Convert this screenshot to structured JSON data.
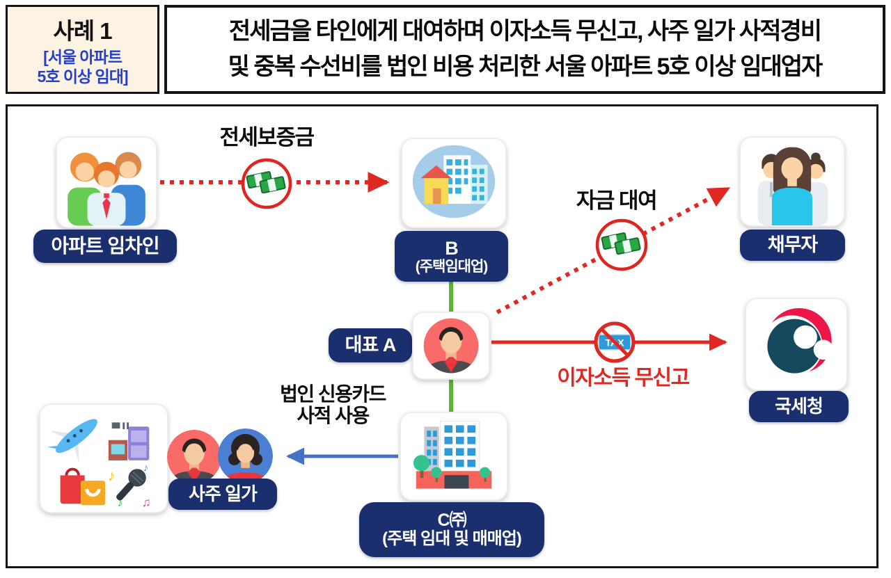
{
  "case_box": {
    "title": "사례 1",
    "subtitle_line1": "[서울 아파트",
    "subtitle_line2": "5호 이상 임대]"
  },
  "header": {
    "line1": "전세금을 타인에게 대여하며 이자소득 무신고, 사주 일가 사적경비",
    "line2": "및 중복 수선비를 법인 비용 처리한 서울 아파트 5호 이상 임대업자"
  },
  "diagram": {
    "tenants_label": "아파트 임차인",
    "deposit_label": "전세보증금",
    "b_name": "B",
    "b_desc": "(주택임대업)",
    "loan_label": "자금 대여",
    "debtor_label": "채무자",
    "ceo_label": "대표 A",
    "tax_badge": "TAX",
    "no_tax_label": "이자소득 무신고",
    "nts_label": "국세청",
    "card_line1": "법인 신용카드",
    "card_line2": "사적 사용",
    "family_label": "사주 일가",
    "c_name": "C㈜",
    "c_desc": "(주택 임대 및 매매업)"
  },
  "colors": {
    "navy": "#1b2e6e",
    "red": "#e02822",
    "green": "#5cb335",
    "blue_arrow": "#4472c4",
    "cream": "#fdf3e3",
    "subtitle_blue": "#2340cc"
  }
}
